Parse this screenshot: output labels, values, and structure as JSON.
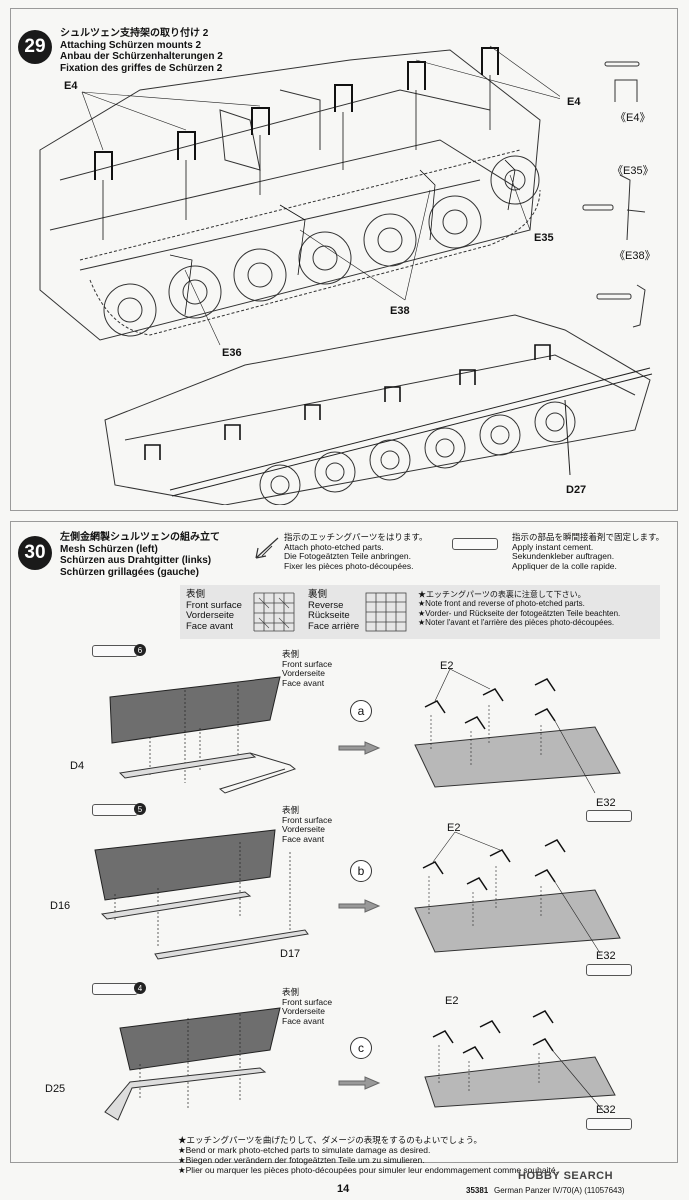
{
  "step29": {
    "number": "29",
    "title_jp": "シュルツェン支持架の取り付け 2",
    "title_en": "Attaching Schürzen mounts 2",
    "title_de": "Anbau der Schürzenhalterungen 2",
    "title_fr": "Fixation des griffes de Schürzen 2",
    "parts": {
      "e4_left": "E4",
      "e4_right": "E4",
      "e35": "E35",
      "e38": "E38",
      "e36": "E36",
      "d27": "D27"
    },
    "detail_labels": [
      "《E4》",
      "《E35》",
      "《E38》"
    ]
  },
  "step30": {
    "number": "30",
    "title_jp": "左側金網製シュルツェンの組み立て",
    "title_en": "Mesh Schürzen (left)",
    "title_de": "Schürzen aus Drahtgitter (links)",
    "title_fr": "Schürzen grillagées (gauche)",
    "pe_note": {
      "jp": "指示のエッチングパーツをはります。",
      "en": "Attach photo-etched parts.",
      "de": "Die Fotogeätzten Teile anbringen.",
      "fr": "Fixer les pièces photo-découpées."
    },
    "cement_note": {
      "jp": "指示の部品を瞬間接着剤で固定します。",
      "en": "Apply instant cement.",
      "de": "Sekundenkleber auftragen.",
      "fr": "Appliquer de la colle rapide."
    },
    "legend": {
      "front_jp": "表側",
      "front_en": "Front surface",
      "front_de": "Vorderseite",
      "front_fr": "Face avant",
      "reverse_jp": "裏側",
      "reverse_en": "Reverse",
      "reverse_de": "Rückseite",
      "reverse_fr": "Face arrière",
      "note_jp": "★エッチングパーツの表裏に注意して下さい。",
      "note_en": "★Note front and reverse of photo-etched parts.",
      "note_de": "★Vorder- und Rückseite der fotogeätzten Teile beachten.",
      "note_fr": "★Noter l'avant et l'arrière des pièces photo-découpées."
    },
    "front_label": {
      "jp": "表側",
      "en": "Front surface",
      "de": "Vorderseite",
      "fr": "Face avant"
    },
    "sheets": [
      {
        "pe_num": "6",
        "parts": [
          "D4"
        ],
        "sub": "a",
        "e_label": "E2",
        "e32": "E32"
      },
      {
        "pe_num": "5",
        "parts": [
          "D16",
          "D17"
        ],
        "sub": "b",
        "e_label": "E2",
        "e32": "E32"
      },
      {
        "pe_num": "4",
        "parts": [
          "D25"
        ],
        "sub": "c",
        "e_label": "E2",
        "e32": "E32"
      }
    ],
    "footer": {
      "jp": "★エッチングパーツを曲げたりして、ダメージの表現をするのもよいでしょう。",
      "en": "★Bend or mark photo-etched parts to simulate damage as desired.",
      "de": "★Biegen oder verändern der fotogeätzten Teile um zu simulieren.",
      "fr": "★Plier ou marquer les pièces photo-découpées pour simuler leur endommagement comme souhaité."
    }
  },
  "page": {
    "number": "14",
    "code": "35381",
    "title": "German Panzer IV/70(A) (11057643)",
    "watermark": "HOBBY SEARCH"
  }
}
